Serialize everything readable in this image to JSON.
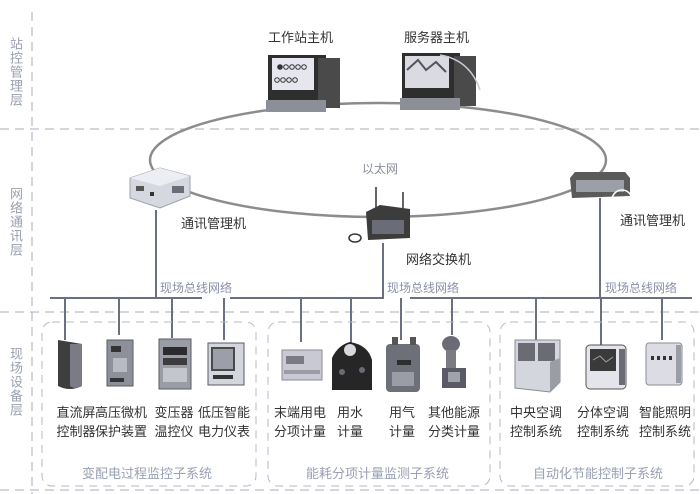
{
  "layers": [
    {
      "id": "station",
      "label": "站控管理层"
    },
    {
      "id": "network",
      "label": "网络通讯层"
    },
    {
      "id": "field",
      "label": "现场设备层"
    }
  ],
  "station_nodes": [
    {
      "id": "workstation",
      "label": "工作站主机",
      "icon": "workstation-computer-icon"
    },
    {
      "id": "server",
      "label": "服务器主机",
      "icon": "server-computer-icon"
    }
  ],
  "network": {
    "ring_label": "以太网",
    "comm_manager_left": "通讯管理机",
    "comm_manager_right": "通讯管理机",
    "switch": "网络交换机",
    "bus_label": "现场总线网络"
  },
  "subsystems": [
    {
      "title": "变配电过程监控子系统",
      "devices": [
        {
          "line1": "直流屏",
          "line2": "控制器",
          "icon": "dc-panel-icon"
        },
        {
          "line1": "高压微机",
          "line2": "保护装置",
          "icon": "hv-protection-icon"
        },
        {
          "line1": "变压器",
          "line2": "温控仪",
          "icon": "transformer-temp-controller-icon"
        },
        {
          "line1": "低压智能",
          "line2": "电力仪表",
          "icon": "power-meter-icon"
        }
      ]
    },
    {
      "title": "能耗分项计量监测子系统",
      "devices": [
        {
          "line1": "末端用电",
          "line2": "分项计量",
          "icon": "electric-meter-icon"
        },
        {
          "line1": "用水",
          "line2": "计量",
          "icon": "water-meter-icon"
        },
        {
          "line1": "用气",
          "line2": "计量",
          "icon": "gas-meter-icon"
        },
        {
          "line1": "其他能源",
          "line2": "分类计量",
          "icon": "flow-meter-icon"
        }
      ]
    },
    {
      "title": "自动化节能控制子系统",
      "devices": [
        {
          "line1": "中央空调",
          "line2": "控制系统",
          "icon": "central-ac-icon"
        },
        {
          "line1": "分体空调",
          "line2": "控制系统",
          "icon": "split-ac-controller-icon"
        },
        {
          "line1": "智能照明",
          "line2": "控制系统",
          "icon": "lighting-controller-icon"
        }
      ]
    }
  ],
  "colors": {
    "dashed": "#a8adbb",
    "bus": "#6b6f82",
    "ring": "#8c8c8c",
    "device_dark": "#3c3c3c",
    "device_mid": "#8d8f99",
    "device_light": "#d8d9e0"
  }
}
